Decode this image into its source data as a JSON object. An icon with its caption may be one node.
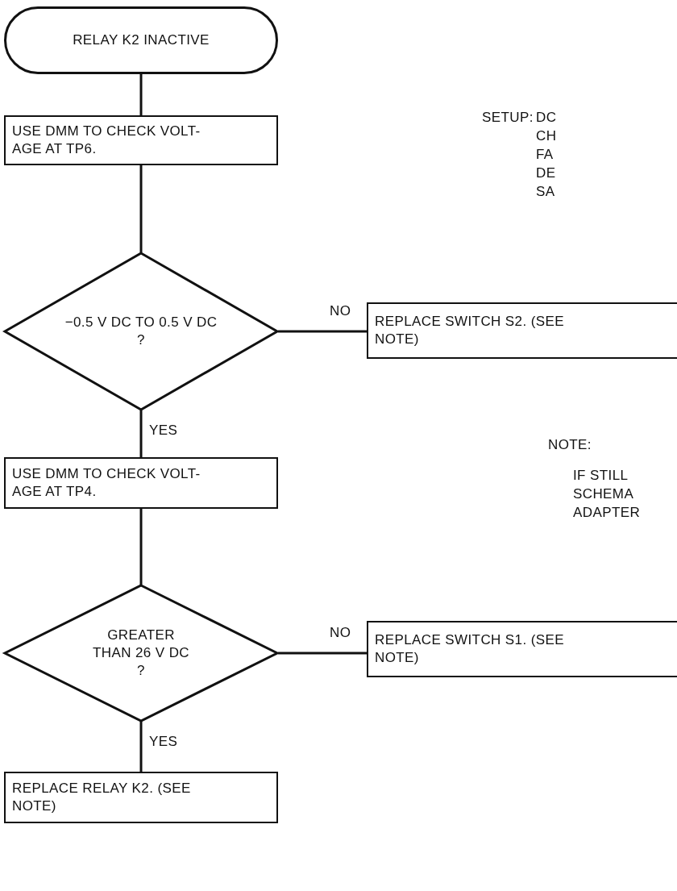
{
  "diagram": {
    "nodes": [
      {
        "text": [
          "RELAY K2 INACTIVE"
        ]
      },
      {
        "text": [
          "USE DMM TO CHECK VOLT-AGE AT TP6."
        ]
      },
      {
        "text": [
          "−0.5 V DC TO 0.5 V DC",
          "?"
        ]
      },
      {
        "text": [
          "REPLACE SWITCH S2. (SEE NOTE)"
        ]
      },
      {
        "text": [
          "USE DMM TO CHECK VOLT-AGE AT TP4."
        ]
      },
      {
        "text": [
          "GREATER THAN 26 V DC",
          "?"
        ]
      },
      {
        "text": [
          "REPLACE SWITCH S1. (SEE NOTE)"
        ]
      },
      {
        "text": [
          "REPLACE RELAY K2. (SEE NOTE)"
        ]
      }
    ],
    "edges": [
      {
        "from": 0,
        "to": 1,
        "arrow": "none"
      },
      {
        "from": 1,
        "to": 2,
        "arrow": "none"
      },
      {
        "from": 2,
        "to": 3,
        "arrow": "none",
        "label": "NO"
      },
      {
        "from": 2,
        "to": 4,
        "arrow": "none",
        "label": "YES"
      },
      {
        "from": 4,
        "to": 5,
        "arrow": "none"
      },
      {
        "from": 5,
        "to": 6,
        "arrow": "none",
        "label": "NO"
      },
      {
        "from": 5,
        "to": 7,
        "arrow": "none",
        "label": "YES"
      }
    ],
    "labels": [
      "SETUP:",
      "DC",
      "CH",
      "FA",
      "DE",
      "SA",
      "NOTE:",
      "IF STILL",
      "SCHEMA",
      "ADAPTER"
    ]
  }
}
